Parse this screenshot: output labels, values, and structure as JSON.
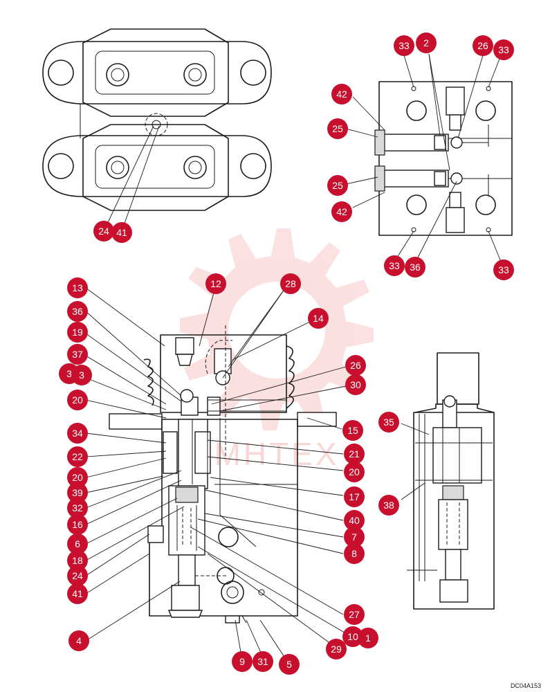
{
  "colors": {
    "callout": "#c8102e",
    "callout_text": "#ffffff",
    "line": "#1a1a1a",
    "watermark": "#f4a8a8"
  },
  "watermark_text": "MHTEX",
  "reference_code": "DC04A153",
  "callouts": {
    "tl_24": "24",
    "tl_41": "41",
    "tr_33a": "33",
    "tr_2": "2",
    "tr_26": "26",
    "tr_33b": "33",
    "tr_42a": "42",
    "tr_25a": "25",
    "tr_25b": "25",
    "tr_42b": "42",
    "tr_33c": "33",
    "tr_36": "36",
    "tr_33d": "33",
    "m_13": "13",
    "m_36": "36",
    "m_19": "19",
    "m_37": "37",
    "m_3a": "3",
    "m_3b": "3",
    "m_20a": "20",
    "m_34": "34",
    "m_22": "22",
    "m_20b": "20",
    "m_39": "39",
    "m_32": "32",
    "m_16": "16",
    "m_6": "6",
    "m_18": "18",
    "m_24": "24",
    "m_41": "41",
    "m_4": "4",
    "m_12": "12",
    "m_28": "28",
    "m_14": "14",
    "m_26": "26",
    "m_30": "30",
    "m_15": "15",
    "m_21": "21",
    "m_20c": "20",
    "m_17": "17",
    "m_40": "40",
    "m_7": "7",
    "m_8": "8",
    "m_27": "27",
    "m_10": "10",
    "m_1": "1",
    "m_29": "29",
    "m_9": "9",
    "m_31": "31",
    "m_5": "5",
    "br_35": "35",
    "br_38": "38"
  }
}
